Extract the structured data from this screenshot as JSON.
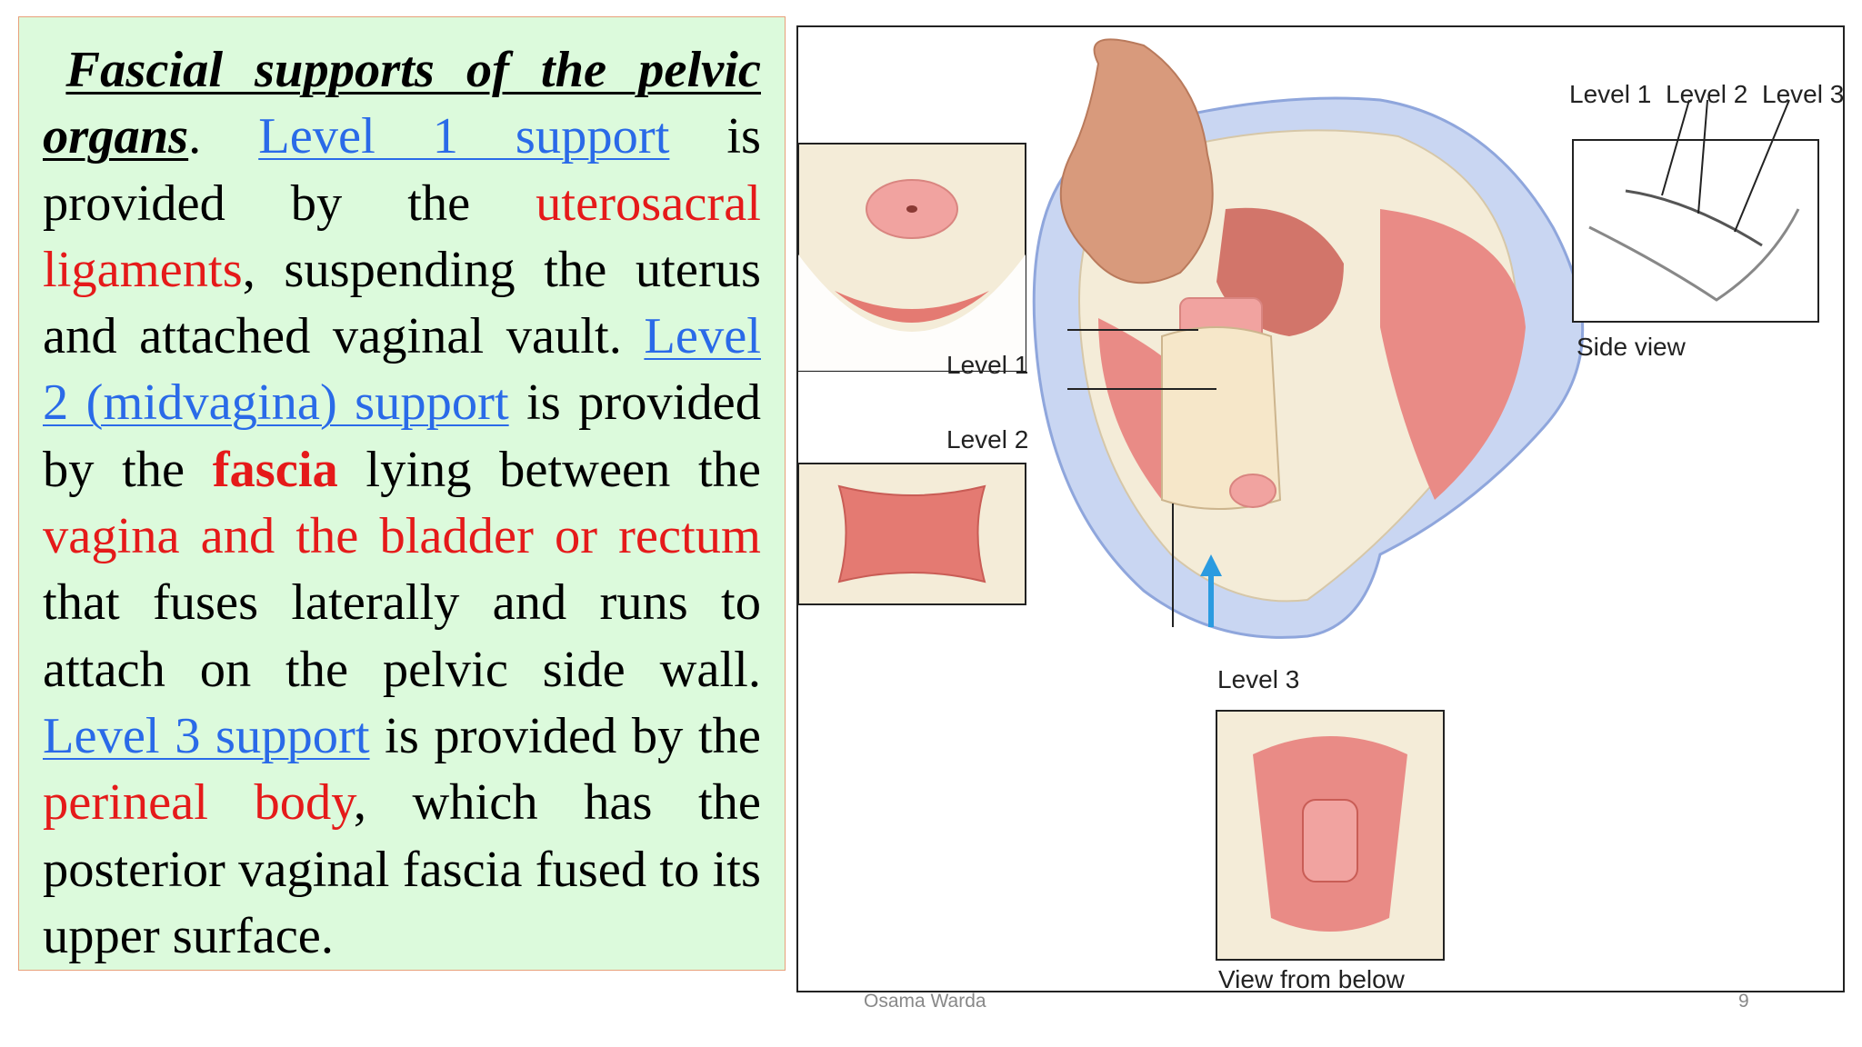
{
  "text": {
    "heading_line1": "Fascial supports of the pelvic",
    "heading_line2": "organs",
    "period": ".",
    "level1_link": "Level 1 support",
    "t1": " is provided by the ",
    "uterosacral_ligaments": "uterosacral ligaments",
    "t2": ", suspending the uterus and attached vaginal vault. ",
    "level2_link": "Level 2 (midvagina) support",
    "t3": " is provided by the ",
    "fascia": "fascia",
    "t4": " lying between the ",
    "vagina_and_the": "vagina and the",
    "bladder_or_rectum": "bladder or rectum",
    "t5": " that fuses laterally and runs to attach on the pelvic side wall. ",
    "level3_link": "Level 3 support",
    "t6": " is provided by the ",
    "perineal_body": "perineal body",
    "t7": ", which has the posterior vaginal fascia fused to its upper surface."
  },
  "figure": {
    "label_level1": "Level 1",
    "label_level2": "Level 2",
    "label_level3": "Level 3",
    "side_level1": "Level 1",
    "side_level2": "Level 2",
    "side_level3": "Level 3",
    "side_view": "Side view",
    "view_from_below": "View from below"
  },
  "footer": {
    "author": "Osama  Warda",
    "page_number": "9"
  },
  "colors": {
    "box_background": "#dcfadc",
    "link_blue": "#2a6ae8",
    "emphasis_red": "#e51a1a"
  }
}
